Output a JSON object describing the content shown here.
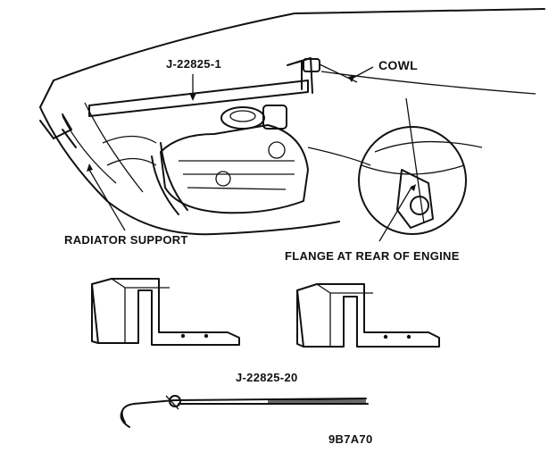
{
  "labels": {
    "tool_upper": "J-22825-1",
    "cowl": "COWL",
    "radiator_support": "RADIATOR SUPPORT",
    "flange": "FLANGE AT REAR OF ENGINE",
    "tool_lower": "J-22825-20",
    "figure_code": "9B7A70"
  }
}
